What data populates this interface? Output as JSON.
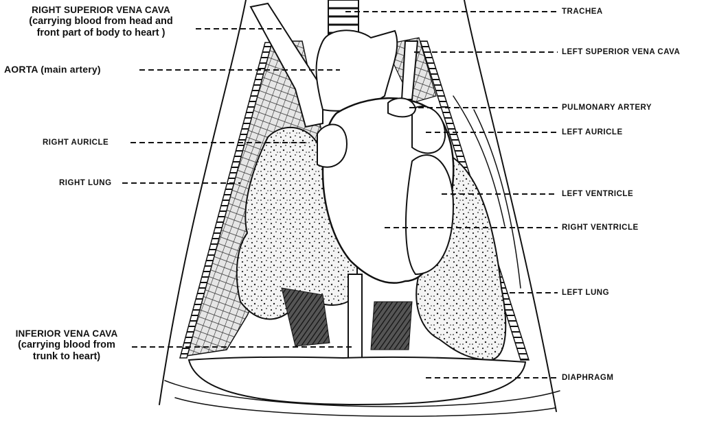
{
  "labels": {
    "right_sup_vena_cava": {
      "title": "RIGHT SUPERIOR VENA CAVA",
      "line2": "(carrying blood from head and",
      "line3": "front part of body to heart )"
    },
    "aorta": "AORTA (main artery)",
    "right_auricle": "RIGHT AURICLE",
    "right_lung": "RIGHT LUNG",
    "inferior_vena_cava": {
      "title": "INFERIOR VENA CAVA",
      "line2": "(carrying blood from",
      "line3": "trunk to heart)"
    },
    "trachea": "TRACHEA",
    "left_sup_vena_cava": "LEFT SUPERIOR VENA CAVA",
    "pulmonary_artery": "PULMONARY ARTERY",
    "left_auricle": "LEFT AURICLE",
    "left_ventricle": "LEFT VENTRICLE",
    "right_ventricle": "RIGHT VENTRICLE",
    "left_lung": "LEFT LUNG",
    "diaphragm": "DIAPHRAGM"
  },
  "colors": {
    "ink": "#111111",
    "background": "#ffffff"
  }
}
